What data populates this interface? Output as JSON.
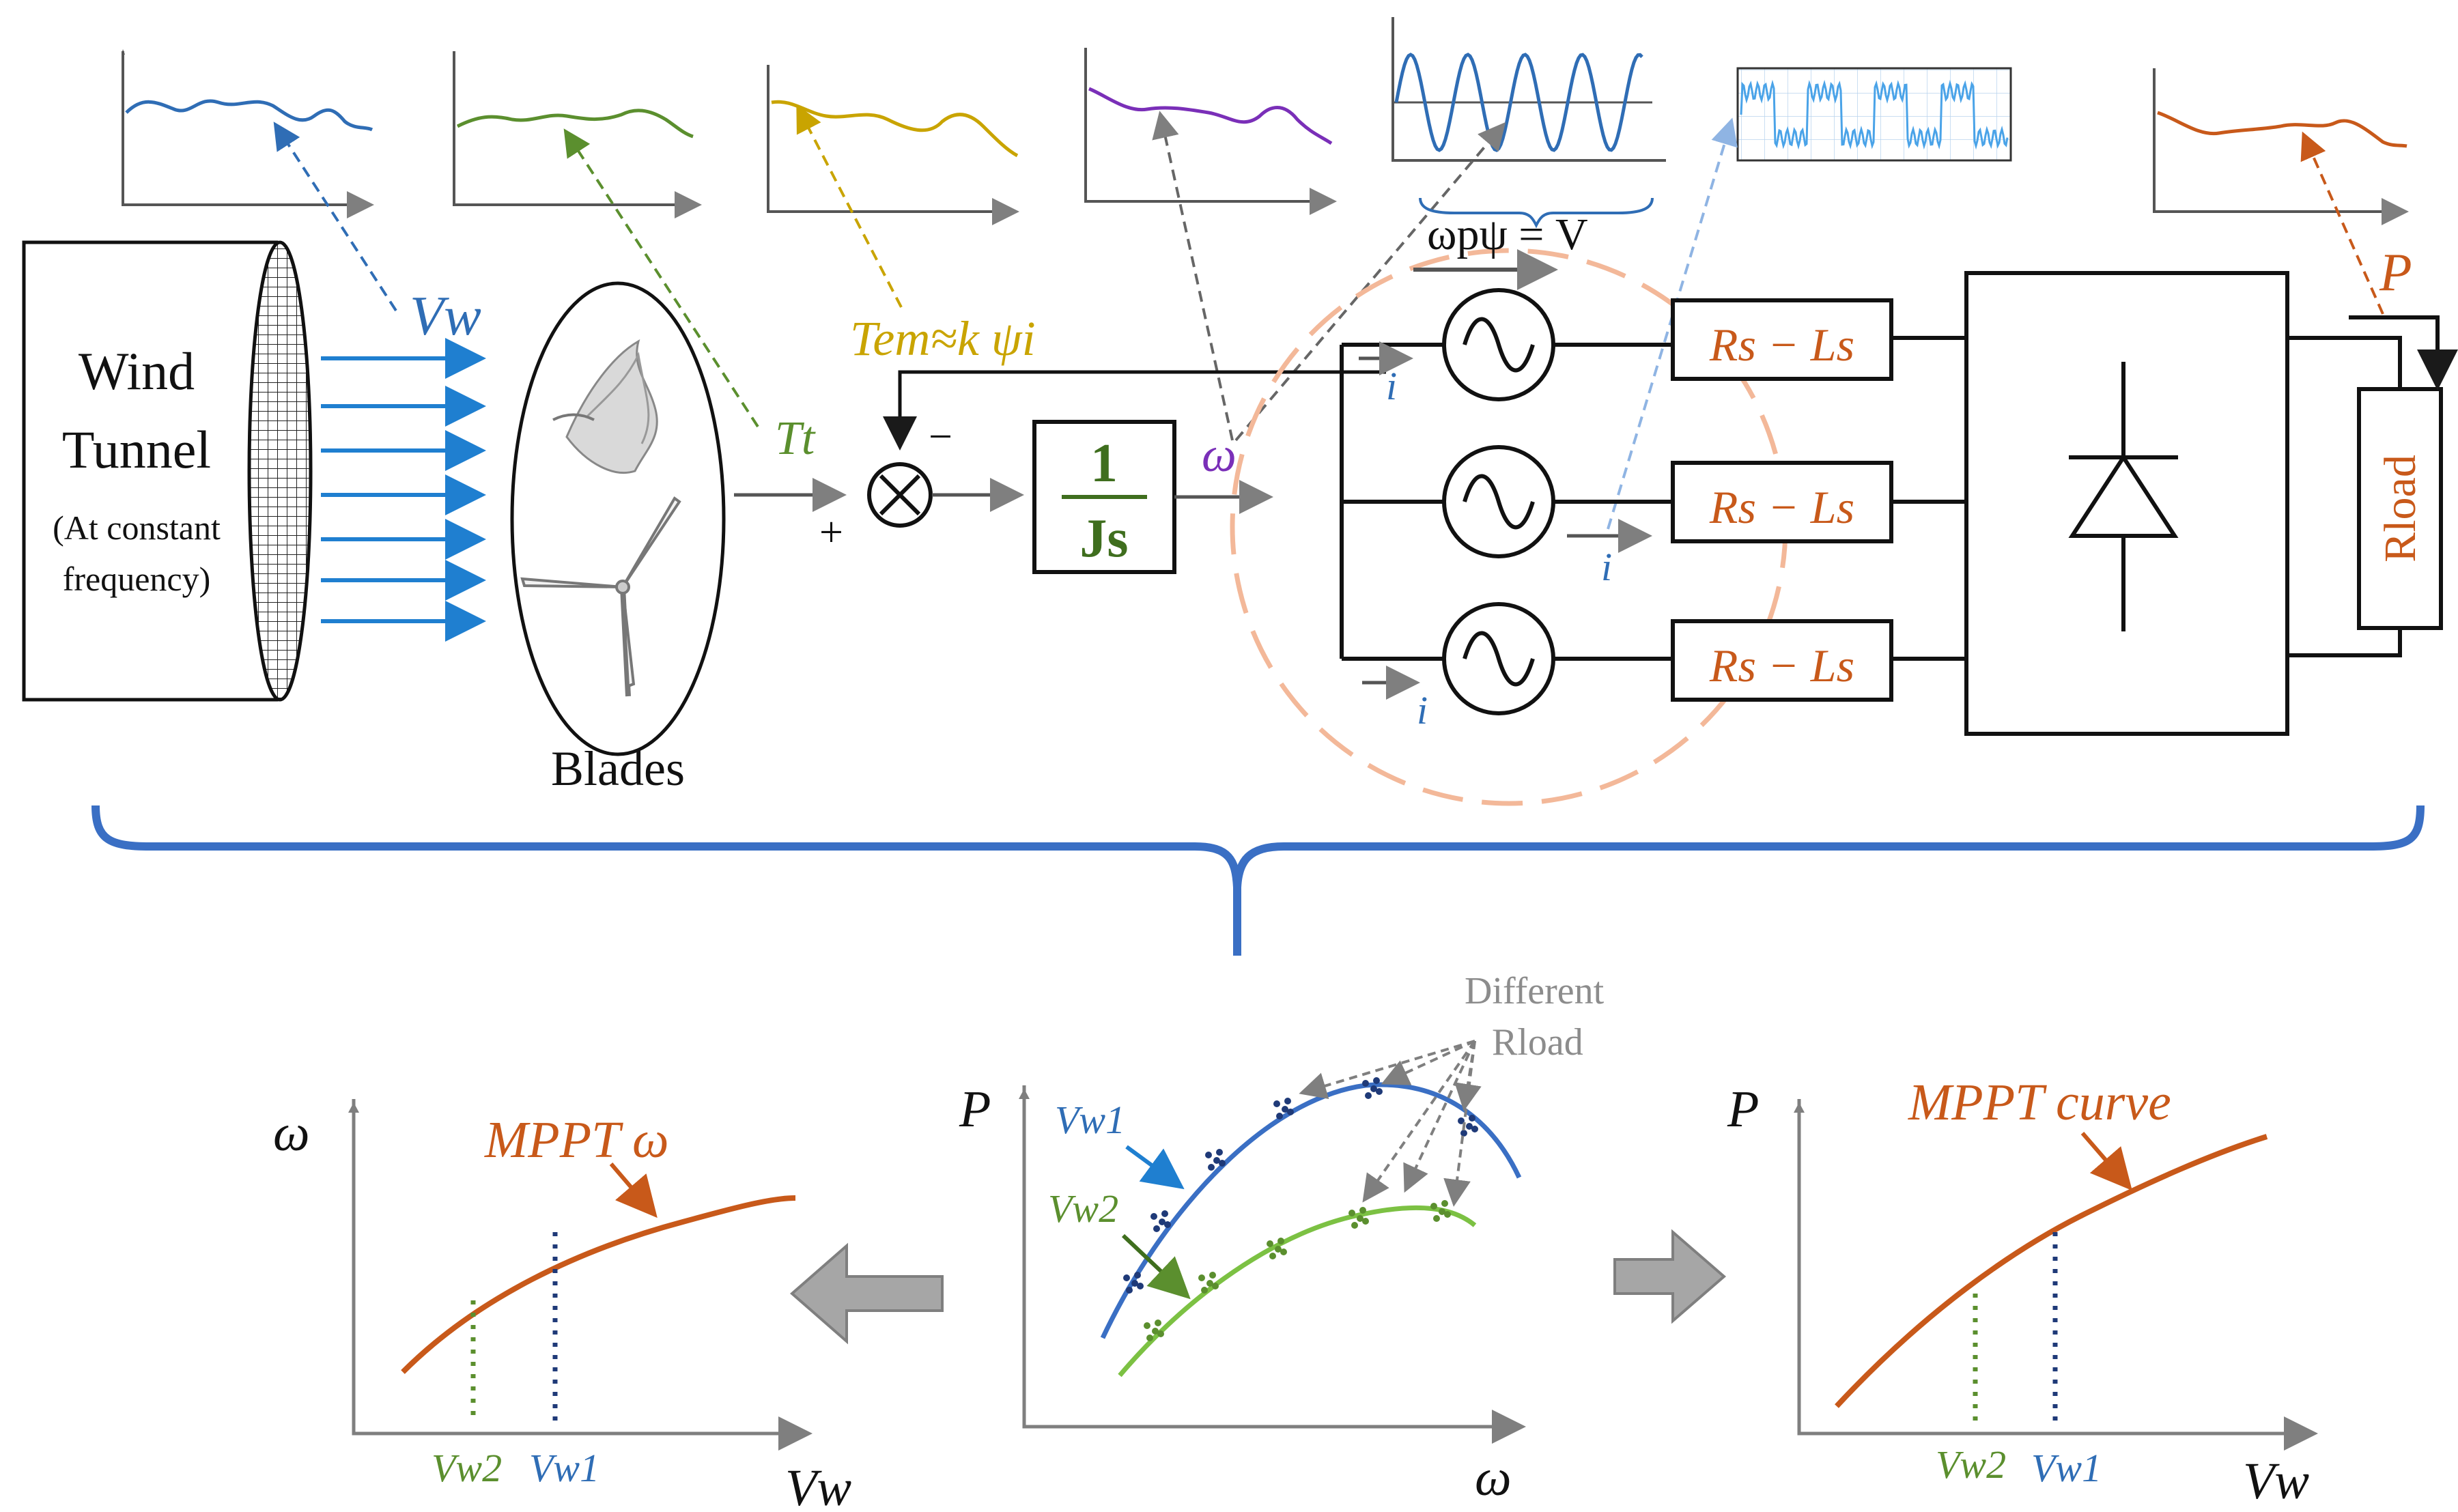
{
  "colors": {
    "blue": "#2f6db5",
    "navy": "#1f3a78",
    "green": "#5b8f2e",
    "lightgreen": "#7cc143",
    "gold": "#c9a400",
    "purple": "#7a2fb8",
    "orange": "#c8591a",
    "grey": "#7f7f7f",
    "peach": "#f3b899",
    "arrowblue": "#1f7fd0",
    "bracket": "#3a6fc4"
  },
  "labels": {
    "wind_tunnel_line1": "Wind",
    "wind_tunnel_line2": "Tunnel",
    "wind_tunnel_note1": "(At constant",
    "wind_tunnel_note2": "frequency)",
    "blades": "Blades",
    "vw": "Vw",
    "tt": "Tt",
    "tem": "Tem≈k ψi",
    "omega": "ω",
    "plus": "+",
    "minus": "−",
    "tf_num": "1",
    "tf_den": "Js",
    "emf": "ωpψ = V",
    "current": "i",
    "rs_ls": "Rs − Ls",
    "rload": "Rload",
    "power": "P",
    "different": "Different",
    "rload_note": "Rload"
  },
  "bottom": {
    "left": {
      "ylabel": "ω",
      "xlabel": "Vw",
      "curve": "MPPT ω",
      "tick1": "Vw2",
      "tick2": "Vw1"
    },
    "middle": {
      "ylabel": "P",
      "xlabel": "ω",
      "series1": "Vw1",
      "series2": "Vw2"
    },
    "right": {
      "ylabel": "P",
      "xlabel": "Vw",
      "curve": "MPPT curve",
      "tick1": "Vw2",
      "tick2": "Vw1"
    }
  }
}
